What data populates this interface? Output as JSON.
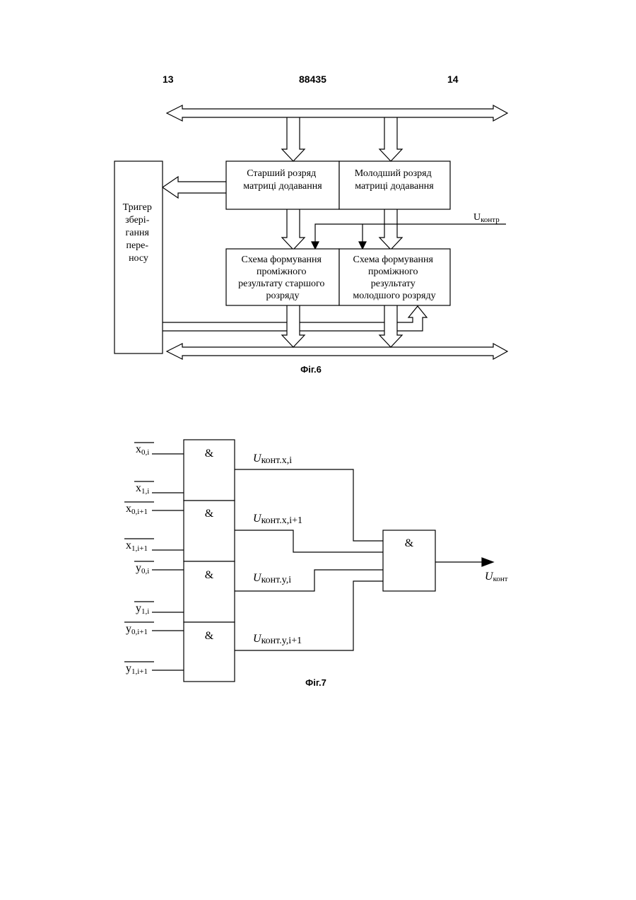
{
  "header": {
    "left_page": "13",
    "center_number": "88435",
    "right_page": "14"
  },
  "fig6": {
    "caption": "Фіг.6",
    "trigger": [
      "Тригер",
      "зберi-",
      "гання",
      "пере-",
      "носу"
    ],
    "high_adder": [
      "Старший розряд",
      "матриці додавання"
    ],
    "low_adder": [
      "Молодший розряд",
      "матриці додавання"
    ],
    "high_former": [
      "Схема формування",
      "проміжного",
      "результату старшого",
      "розряду"
    ],
    "low_former": [
      "Схема формування",
      "проміжного",
      "результату",
      "молодшого розряду"
    ],
    "control_label_main": "U",
    "control_label_sub": "контр"
  },
  "fig7": {
    "caption": "Фіг.7",
    "gate_symbol": "&",
    "inputs": [
      {
        "base": "x",
        "sub": "0,i"
      },
      {
        "base": "x",
        "sub": "1,i"
      },
      {
        "base": "x",
        "sub": "0,i+1"
      },
      {
        "base": "x",
        "sub": "1,i+1"
      },
      {
        "base": "y",
        "sub": "0,i"
      },
      {
        "base": "y",
        "sub": "1,i"
      },
      {
        "base": "y",
        "sub": "0,i+1"
      },
      {
        "base": "y",
        "sub": "1,i+1"
      }
    ],
    "signals": [
      {
        "main": "U",
        "sub": "конт.x,i"
      },
      {
        "main": "U",
        "sub": "конт.x,i+1"
      },
      {
        "main": "U",
        "sub": "конт.y,i"
      },
      {
        "main": "U",
        "sub": "конт.y,i+1"
      }
    ],
    "output_main": "U",
    "output_sub": "конт"
  }
}
